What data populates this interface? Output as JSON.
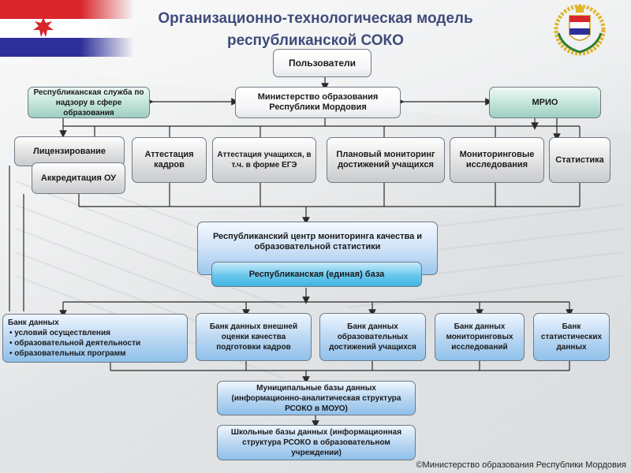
{
  "title": {
    "line1": "Организационно-технологическая модель",
    "line2": "республиканской СОКО"
  },
  "colors": {
    "title": "#3f4b7a",
    "flag_red": "#d8262b",
    "flag_blue": "#2e2e9a",
    "box_blue": "#8fc0ea",
    "box_teal": "#9ecfc1",
    "box_grey": "#c9cbce"
  },
  "icons": {
    "flag": "mordovia-flag-icon",
    "coat": "coat-of-arms-icon"
  },
  "nodes": {
    "users": "Пользователи",
    "ministry": "Министерство образования Республики Мордовия",
    "supervision": "Республиканская служба по надзору в сфере образования",
    "mrio": "МРИО",
    "licensing": "Лицензирование",
    "accreditation": "Аккредитация ОУ",
    "staff_attestation": "Аттестация кадров",
    "student_attestation": "Аттестация учащихся, в т.ч. в форме ЕГЭ",
    "planned_monitoring": "Плановый мониторинг достижений учащихся",
    "monitoring_research": "Мониторинговые исследования",
    "statistics": "Статистика",
    "center": "Республиканский центр мониторинга качества и образовательной статистики",
    "unified_base": "Республиканская (единая) база",
    "db_conditions_title": "Банк данных",
    "db_conditions_items": [
      "условий осуществления",
      "образовательной деятельности",
      "образовательных программ"
    ],
    "db_external": "Банк данных внешней оценки качества подготовки кадров",
    "db_achievements": "Банк данных образовательных достижений учащихся",
    "db_monitoring": "Банк данных мониторинговых исследований",
    "db_statistics": "Банк статистических данных",
    "municipal": "Муниципальные базы данных (информационно-аналитическая структура РСОКО в МОУО)",
    "school": "Школьные базы данных (информационная структура РСОКО в образовательном учреждении)"
  },
  "footer": "©Министерство образования Республики Мордовия"
}
